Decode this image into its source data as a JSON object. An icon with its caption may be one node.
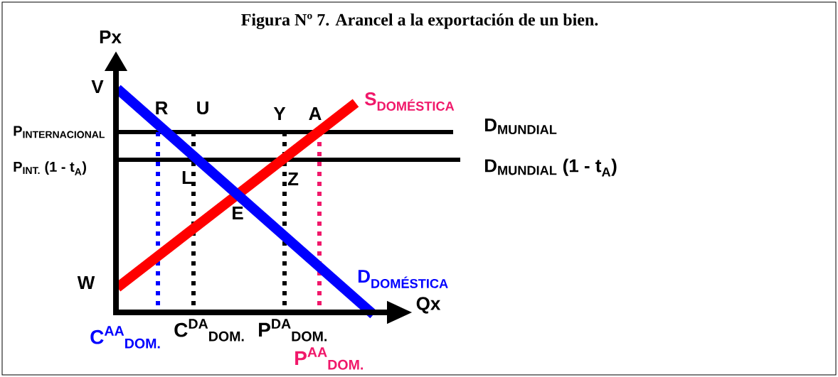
{
  "diagram": {
    "title": "Figura Nº 7. Arancel a la exportación de un bien.",
    "labels": [
      "Px",
      "V",
      "R",
      "U",
      "Y",
      "A",
      "\\textbf{S}_{\\textbf{DOMÉSTICA}}",
      "\\textbf{P}_{\\textbf{INTERNACIONAL}}",
      "\\textbf{D}_{\\textbf{MUNDIAL}}",
      "\\textbf{P}_{\\textbf{INT.}}\\textbf{ (1 - t}_{\\textbf{A}}\\textbf{)}",
      "L",
      "Z",
      "\\textbf{D}_{\\textbf{MUNDIAL}}\\textbf{ (1 - t}_{\\textbf{A}}\\textbf{)}",
      "E",
      "W",
      "\\textbf{D}_{\\textbf{DOMÉSTICA}}",
      "Qx",
      "\\textbf{C}^{\\textbf{AA}}_{\\hphantom{\\textbf{AA}}\\textbf{DOM.}}",
      "\\textbf{C}^{\\textbf{DA}}_{\\hphantom{\\textbf{DA}}\\textbf{DOM.}}",
      "\\textbf{P}^{\\textbf{DA}}_{\\hphantom{\\textbf{DA}}\\textbf{DOM.}}",
      "\\textbf{P}^{\\textbf{AA}}_{\\hphantom{\\textbf{AA}}\\textbf{DOM.}}"
    ]
  }
}
